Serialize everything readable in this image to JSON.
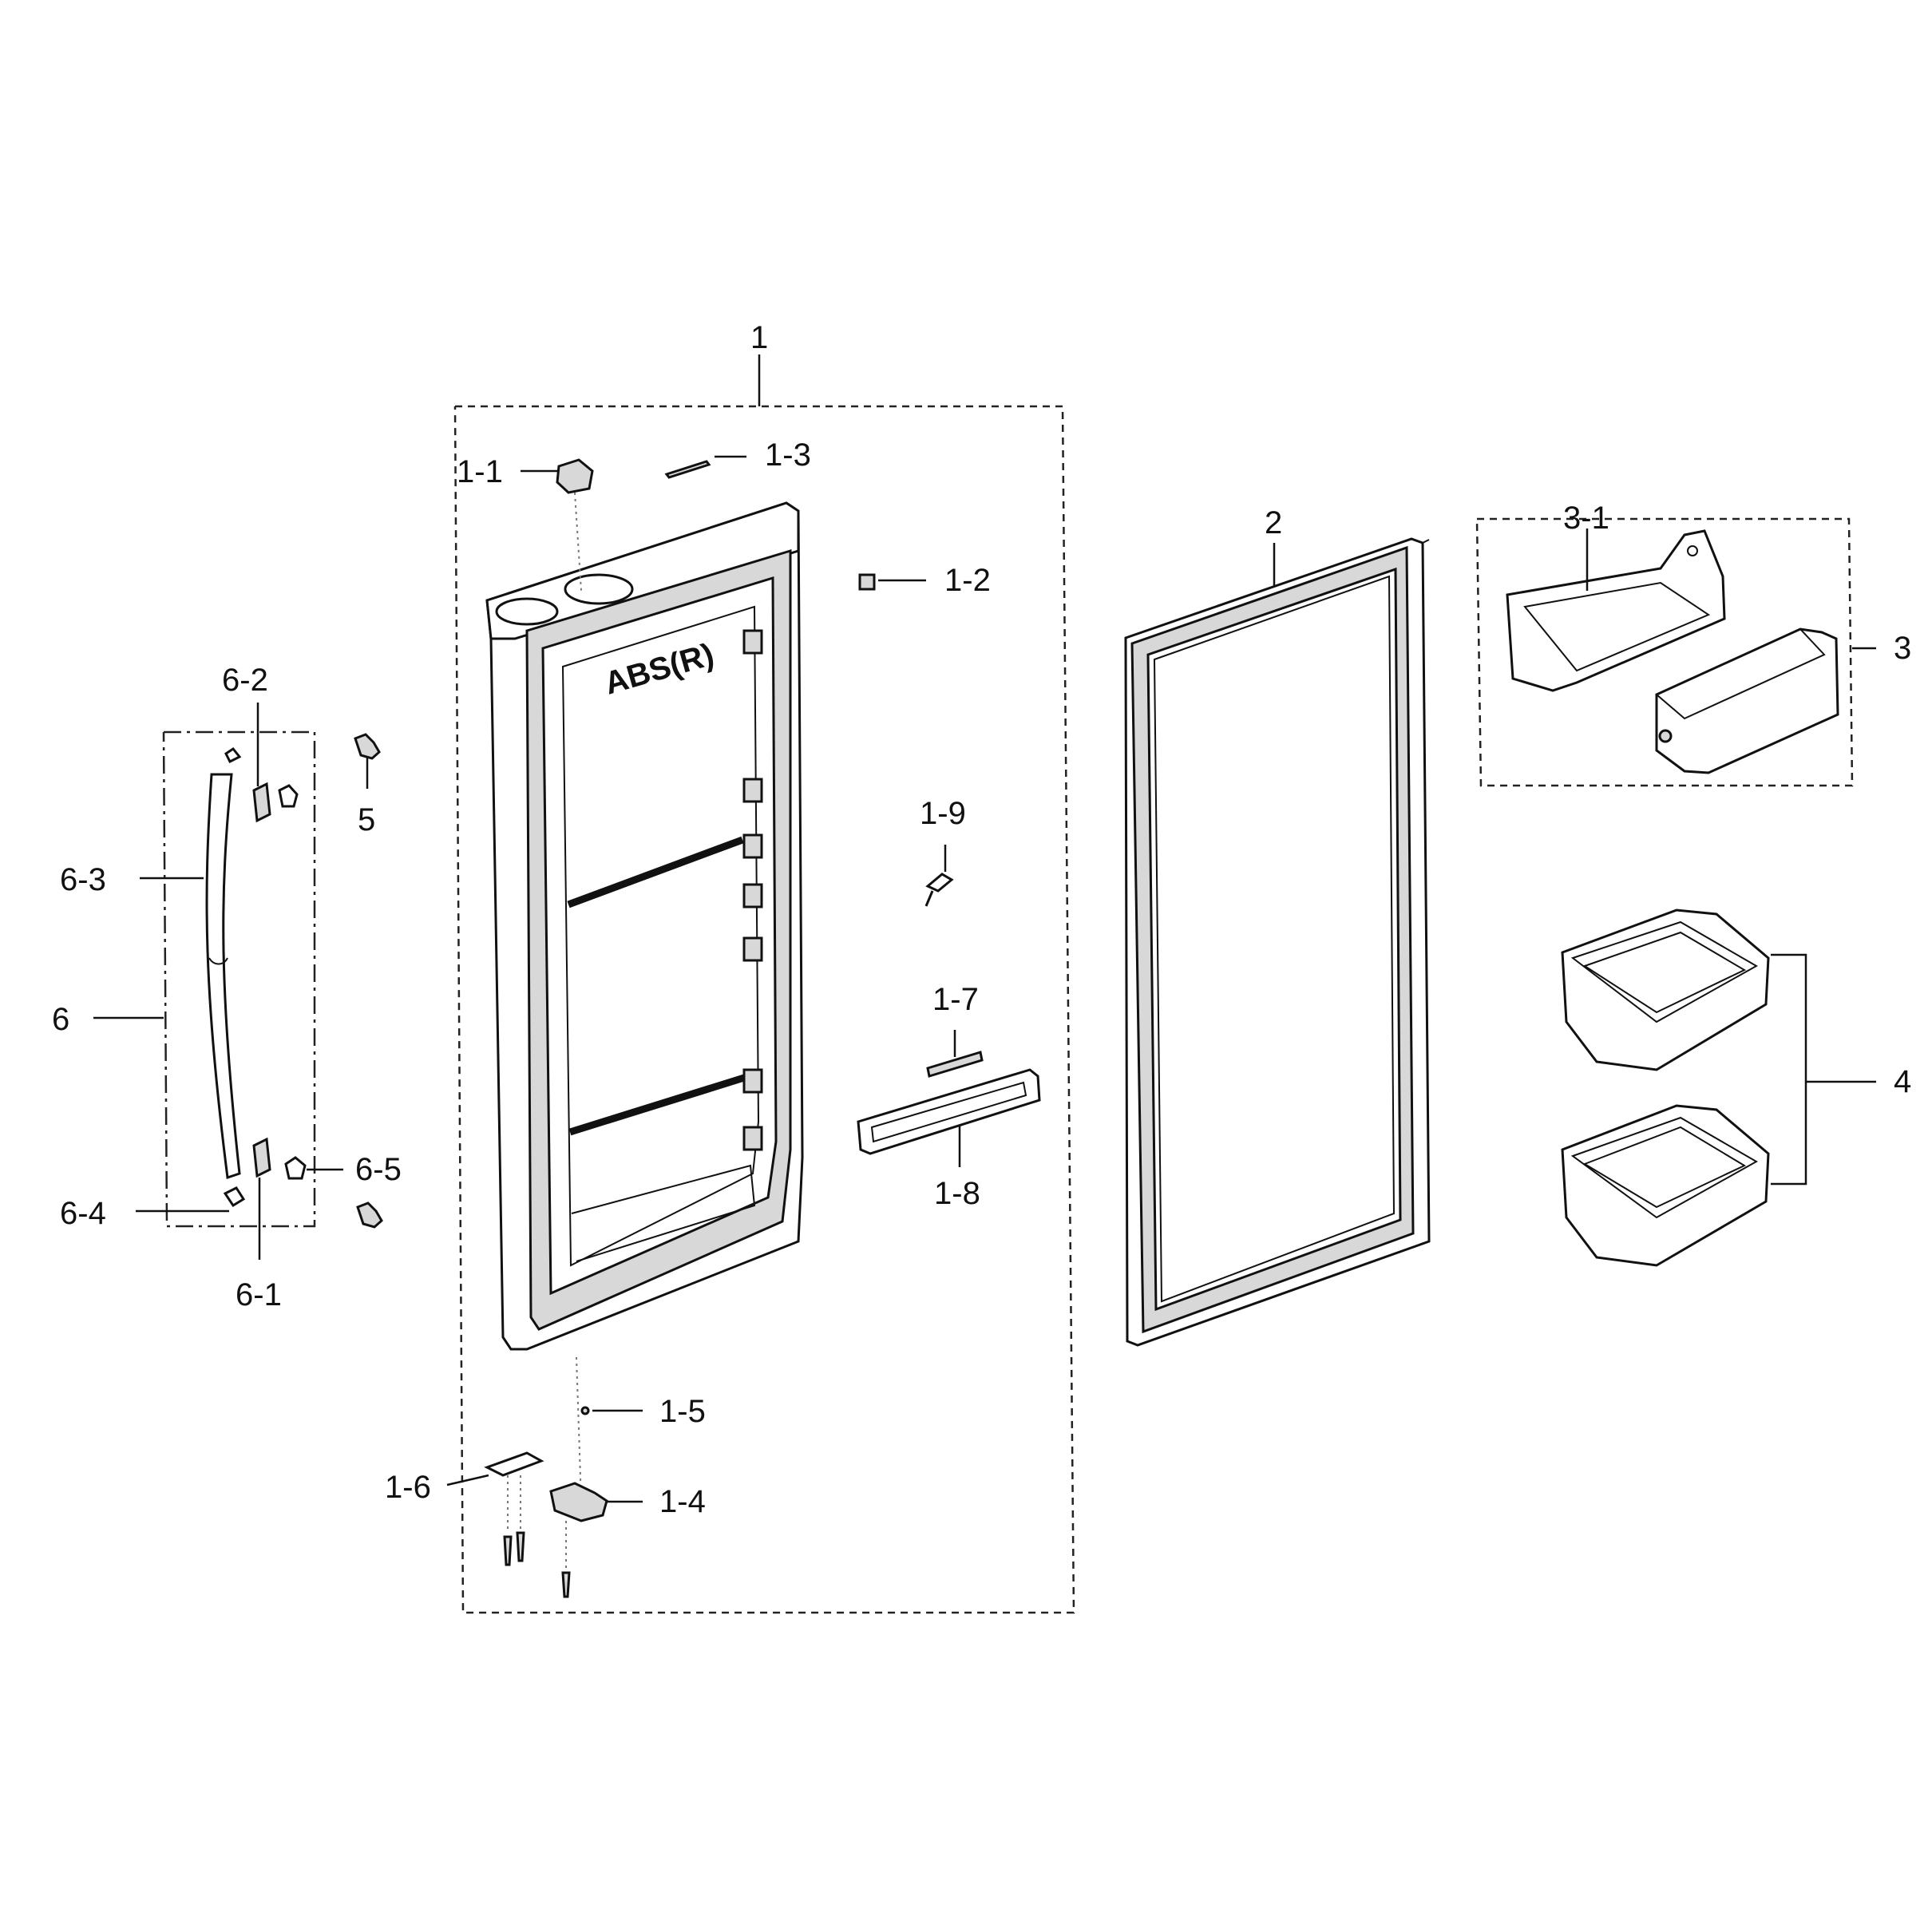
{
  "callouts": {
    "c1": "1",
    "c1_1": "1-1",
    "c1_2": "1-2",
    "c1_3": "1-3",
    "c1_4": "1-4",
    "c1_5": "1-5",
    "c1_6": "1-6",
    "c1_7": "1-7",
    "c1_8": "1-8",
    "c1_9": "1-9",
    "c2": "2",
    "c3": "3",
    "c3_1": "3-1",
    "c4": "4",
    "c5": "5",
    "c6": "6",
    "c6_1": "6-1",
    "c6_2": "6-2",
    "c6_3": "6-3",
    "c6_4": "6-4",
    "c6_5": "6-5"
  },
  "door_liner_marking": "ABS(R)"
}
